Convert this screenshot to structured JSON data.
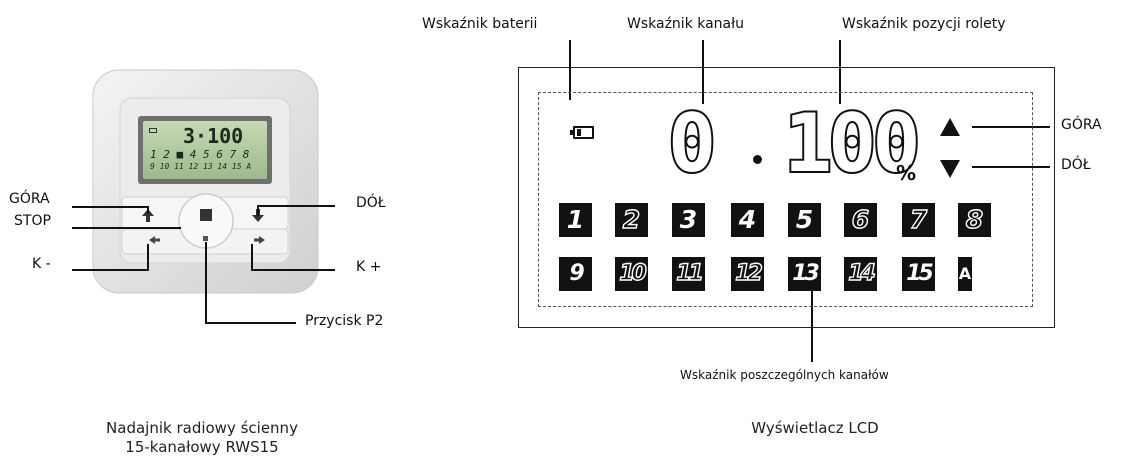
{
  "device": {
    "labels": {
      "up": "GÓRA",
      "stop": "STOP",
      "down": "DÓŁ",
      "k_minus": "K -",
      "k_plus": "K +",
      "p2": "Przycisk P2"
    },
    "screen": {
      "main": "3·100",
      "row1": "1 2 ■ 4 5 6 7 8",
      "row2": "9 10 11 12 13 14 15 A"
    },
    "caption_line1": "Nadajnik radiowy ścienny",
    "caption_line2": "15-kanałowy RWS15"
  },
  "lcd": {
    "labels": {
      "battery": "Wskaźnik baterii",
      "channel": "Wskaźnik kanału",
      "position": "Wskaźnik pozycji rolety",
      "up": "GÓRA",
      "down": "DÓŁ",
      "channels": "Wskaźnik poszczególnych kanałów"
    },
    "main_digit": "0",
    "position_digits": "100",
    "percent": "%",
    "channels_row1": [
      "1",
      "2",
      "3",
      "4",
      "5",
      "6",
      "7",
      "8"
    ],
    "channels_row2": [
      "9",
      "10",
      "11",
      "12",
      "13",
      "14",
      "15",
      "A"
    ],
    "caption": "Wyświetlacz LCD"
  }
}
